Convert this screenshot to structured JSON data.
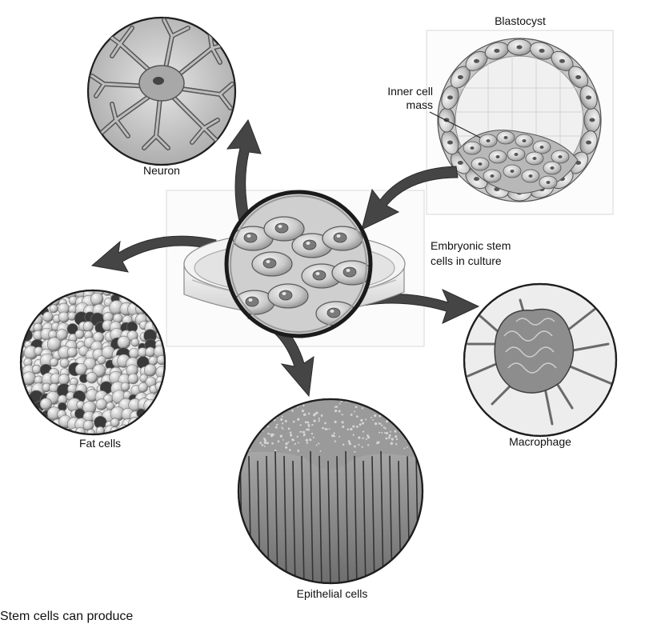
{
  "labels": {
    "blastocyst": "Blastocyst",
    "inner_cell_mass_line1": "Inner cell",
    "inner_cell_mass_line2": "mass",
    "neuron": "Neuron",
    "culture_line1": "Embryonic stem",
    "culture_line2": "cells in culture",
    "fat_cells": "Fat cells",
    "macrophage": "Macrophage",
    "epithelial_cells": "Epithelial cells"
  },
  "clipped_caption": "Stem cells can produce",
  "colors": {
    "arrow": "#454545",
    "circle_outline": "#1e1e1e",
    "cell_fill": "#bdbdbd",
    "panel_outline": "#d8d8d8"
  }
}
